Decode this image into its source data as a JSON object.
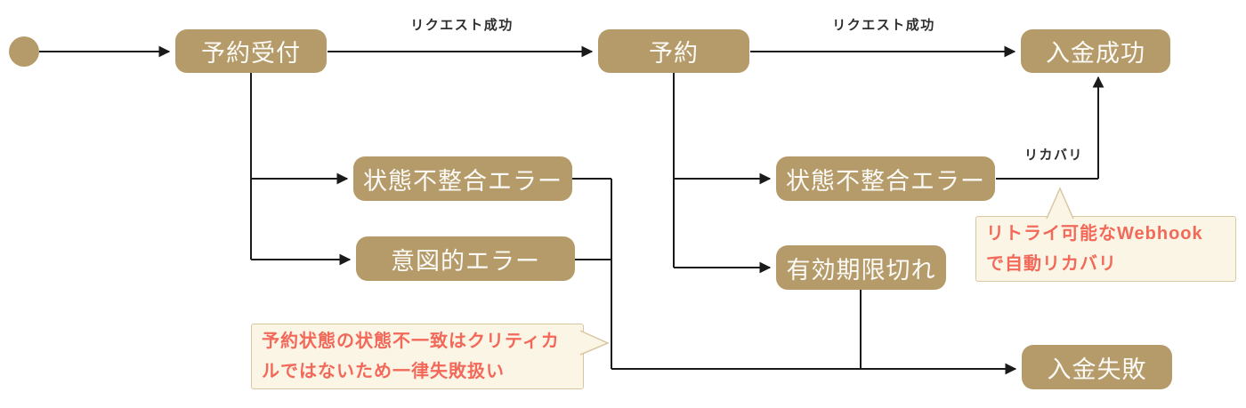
{
  "diagram_type": "state-machine-flowchart",
  "nodes": {
    "start": {
      "type": "initial-state"
    },
    "reservation_accept": {
      "label": "予約受付"
    },
    "reservation": {
      "label": "予約"
    },
    "payment_success": {
      "label": "入金成功"
    },
    "state_mismatch_error_1": {
      "label": "状態不整合エラー"
    },
    "intentional_error": {
      "label": "意図的エラー"
    },
    "state_mismatch_error_2": {
      "label": "状態不整合エラー"
    },
    "expired": {
      "label": "有効期限切れ"
    },
    "payment_failure": {
      "label": "入金失敗"
    }
  },
  "edges": [
    {
      "from": "start",
      "to": "reservation_accept",
      "label": ""
    },
    {
      "from": "reservation_accept",
      "to": "reservation",
      "label": "リクエスト成功"
    },
    {
      "from": "reservation",
      "to": "payment_success",
      "label": "リクエスト成功"
    },
    {
      "from": "reservation_accept",
      "to": "state_mismatch_error_1",
      "label": ""
    },
    {
      "from": "reservation_accept",
      "to": "intentional_error",
      "label": ""
    },
    {
      "from": "reservation",
      "to": "state_mismatch_error_2",
      "label": ""
    },
    {
      "from": "reservation",
      "to": "expired",
      "label": ""
    },
    {
      "from": "state_mismatch_error_2",
      "to": "payment_success",
      "label": "リカバリ"
    },
    {
      "from": "state_mismatch_error_1",
      "to": "payment_failure",
      "label": ""
    },
    {
      "from": "intentional_error",
      "to": "payment_failure",
      "label": ""
    },
    {
      "from": "expired",
      "to": "payment_failure",
      "label": ""
    }
  ],
  "notes": {
    "auto_recovery": {
      "text": "リトライ可能なWebhook\nで自動リカバリ"
    },
    "uniform_failure": {
      "text": "予約状態の状態不一致はクリティカ\nルではないため一律失敗扱い"
    }
  },
  "colors": {
    "node_fill": "#b69b6a",
    "node_text": "#fbfaf6",
    "connector_line": "#1a1a1a",
    "edge_label_text": "#2e2e2e",
    "note_background": "#fbf5e6",
    "note_border": "#d8c8a2",
    "note_text": "#f2695a",
    "canvas_background": "#ffffff"
  }
}
